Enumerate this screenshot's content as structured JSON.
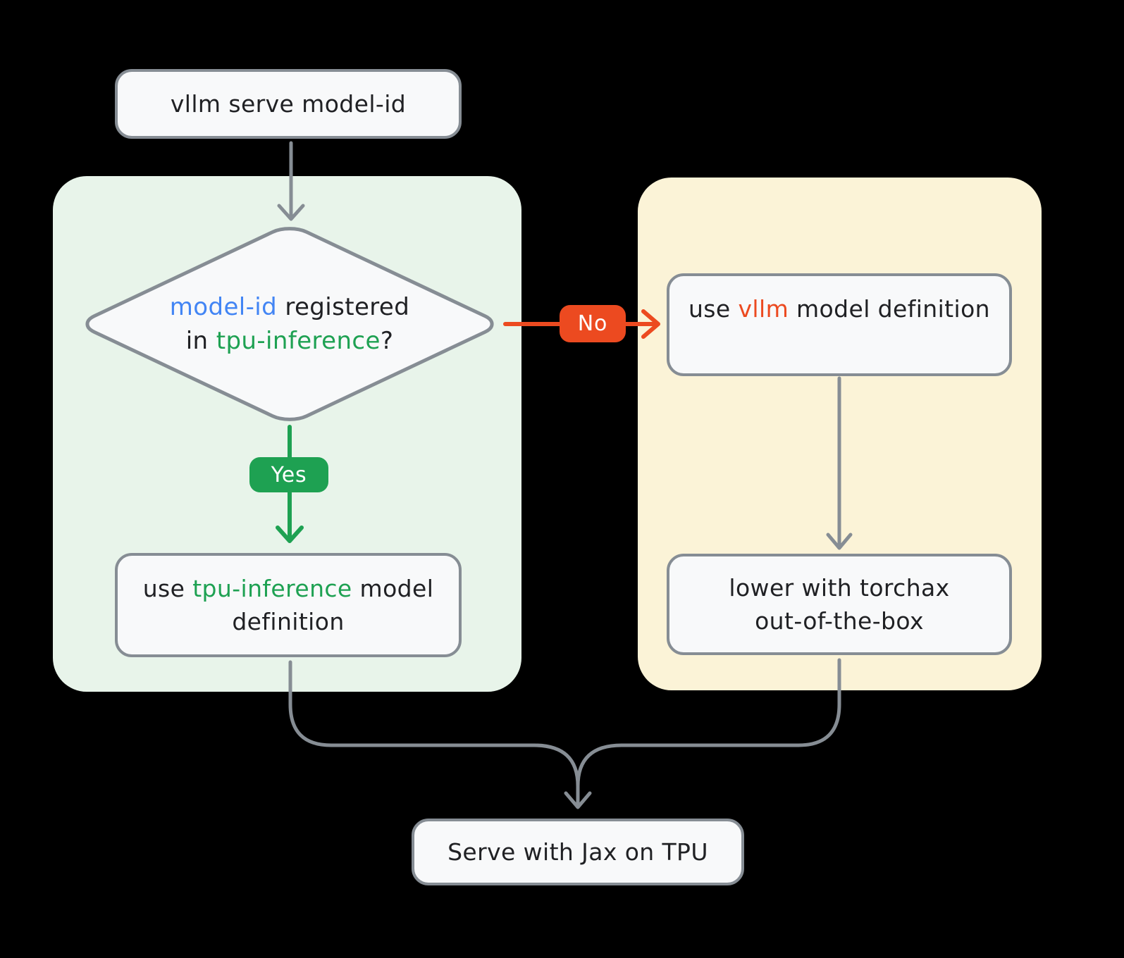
{
  "diagram_title": "vllm serve TPU model resolution flowchart",
  "colors": {
    "background": "#000000",
    "panel_green": "#E8F4EA",
    "panel_yellow": "#FBF3D7",
    "node_fill": "#F8F9FA",
    "node_border_gray": "#868D94",
    "text_dark": "#202124",
    "accent_blue": "#4285F4",
    "accent_green": "#1EA152",
    "accent_orange": "#EC4A20"
  },
  "nodes": {
    "start": {
      "label": "vllm serve model-id"
    },
    "decision": {
      "model_id": "model-id",
      "registered": " registered",
      "in_word": "in ",
      "tpu_inference": "tpu-inference",
      "question_mark": "?"
    },
    "use_tpu": {
      "use": "use ",
      "tpu_inference": "tpu-inference",
      "model": " model",
      "definition": "definition"
    },
    "use_vllm": {
      "use": "use ",
      "vllm": "vllm",
      "rest": " model definition"
    },
    "torchax": {
      "line1": "lower with torchax",
      "line2": "out-of-the-box"
    },
    "serve": {
      "label": "Serve with Jax on TPU"
    }
  },
  "edges": {
    "yes_label": "Yes",
    "no_label": "No"
  }
}
